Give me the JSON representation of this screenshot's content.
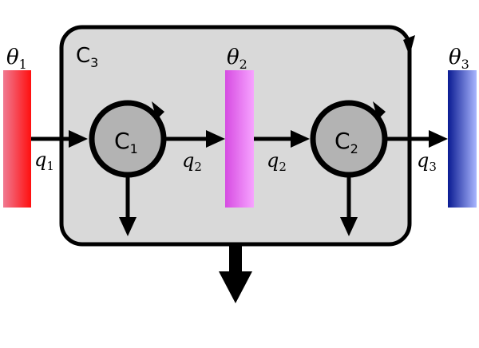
{
  "diagram": {
    "reservoirs": [
      {
        "id": "theta1",
        "symbol": "θ",
        "sub": "1",
        "gradient": [
          "#f06b8a",
          "#ff1010"
        ]
      },
      {
        "id": "theta2",
        "symbol": "θ",
        "sub": "2",
        "gradient": [
          "#d24ae0",
          "#f49cff"
        ]
      },
      {
        "id": "theta3",
        "symbol": "θ",
        "sub": "3",
        "gradient": [
          "#0a1e96",
          "#a8b4ff"
        ]
      }
    ],
    "components": [
      {
        "id": "C1",
        "symbol": "C",
        "sub": "1"
      },
      {
        "id": "C2",
        "symbol": "C",
        "sub": "2"
      },
      {
        "id": "C3",
        "symbol": "C",
        "sub": "3"
      }
    ],
    "flows": [
      {
        "id": "q1",
        "symbol": "q",
        "sub": "1"
      },
      {
        "id": "q2a",
        "symbol": "q",
        "sub": "2"
      },
      {
        "id": "q2b",
        "symbol": "q",
        "sub": "2"
      },
      {
        "id": "q3",
        "symbol": "q",
        "sub": "3"
      }
    ],
    "colors": {
      "outer_box_fill": "#d9d9d9",
      "component_fill": "#b3b3b3",
      "stroke": "#000000"
    }
  }
}
